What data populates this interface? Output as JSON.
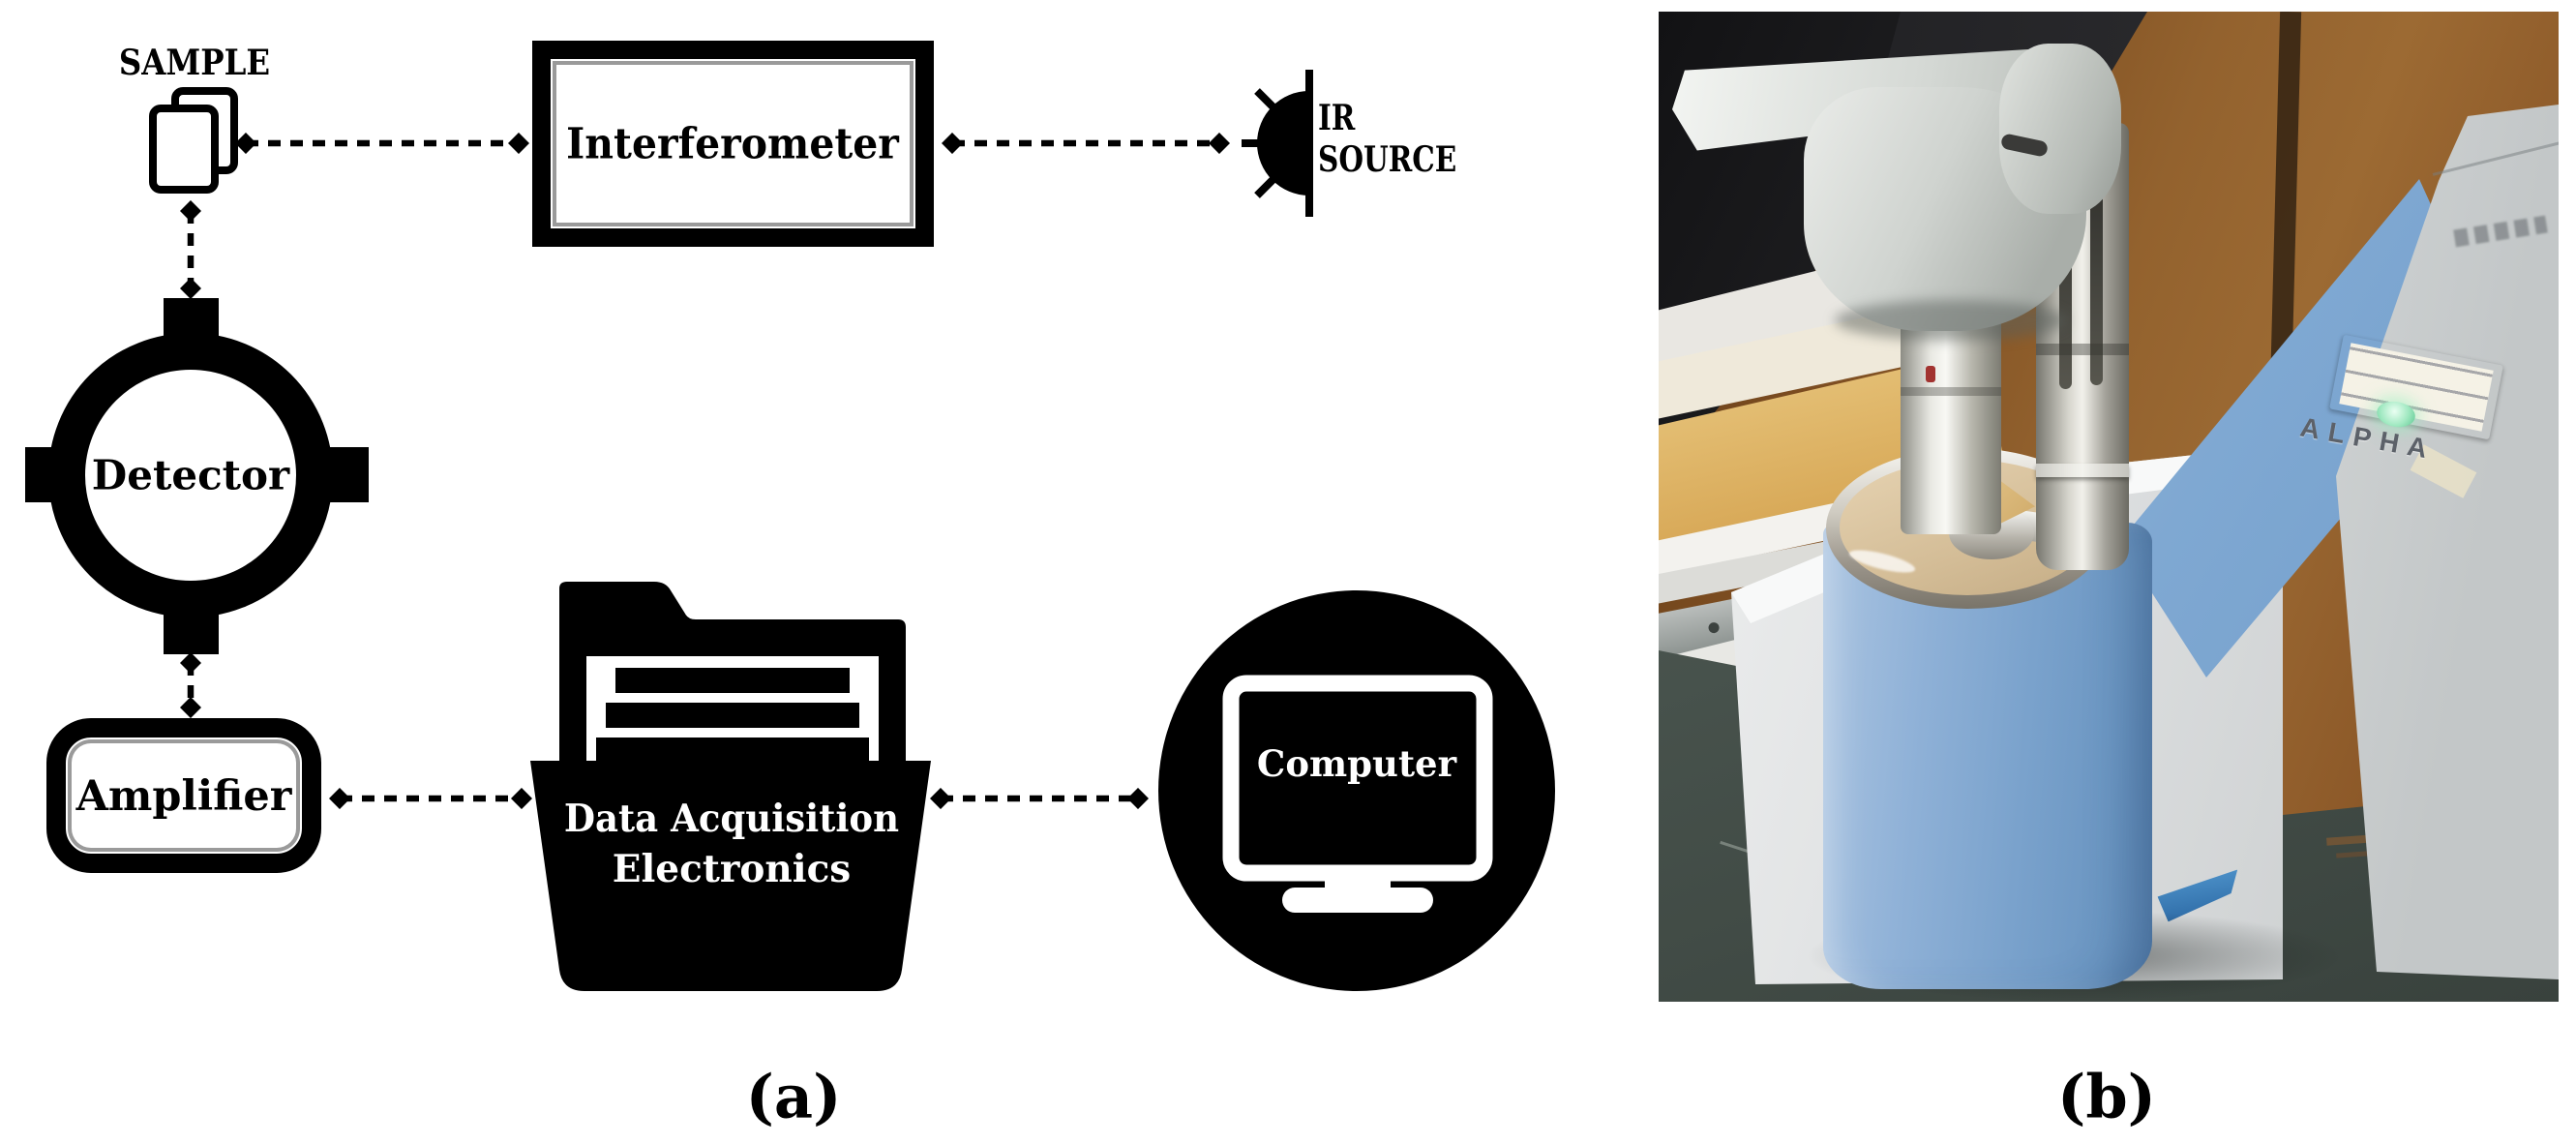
{
  "figure": {
    "panel_a": {
      "caption": "(a)",
      "nodes": {
        "sample": "SAMPLE",
        "interferometer": "Interferometer",
        "ir_source_line1": "IR",
        "ir_source_line2": "SOURCE",
        "detector": "Detector",
        "amplifier": "Amplifier",
        "daq_line1": "Data Acquisition",
        "daq_line2": "Electronics",
        "computer": "Computer"
      },
      "icons": {
        "sample": "document-pages-icon",
        "ir_source": "half-sun-icon",
        "detector": "ring-with-lugs-icon",
        "daq": "open-folder-documents-icon",
        "computer": "monitor-in-circle-icon"
      },
      "connections": [
        {
          "from": "sample",
          "to": "interferometer",
          "style": "dashed-bidirectional"
        },
        {
          "from": "interferometer",
          "to": "ir_source",
          "style": "dashed-bidirectional"
        },
        {
          "from": "sample",
          "to": "detector",
          "style": "dashed-bidirectional"
        },
        {
          "from": "detector",
          "to": "amplifier",
          "style": "dashed-bidirectional"
        },
        {
          "from": "amplifier",
          "to": "daq",
          "style": "dashed-bidirectional"
        },
        {
          "from": "daq",
          "to": "computer",
          "style": "dashed-bidirectional"
        }
      ]
    },
    "panel_b": {
      "caption": "(b)",
      "instrument_label": "ALPHA",
      "colors": {
        "instrument_blue": "#7fa8d2",
        "panel_gray": "#dfe2e2",
        "desk_green": "#49544e",
        "wood_brown": "#8a5a28",
        "led_green": "#b9ecd0"
      }
    }
  }
}
